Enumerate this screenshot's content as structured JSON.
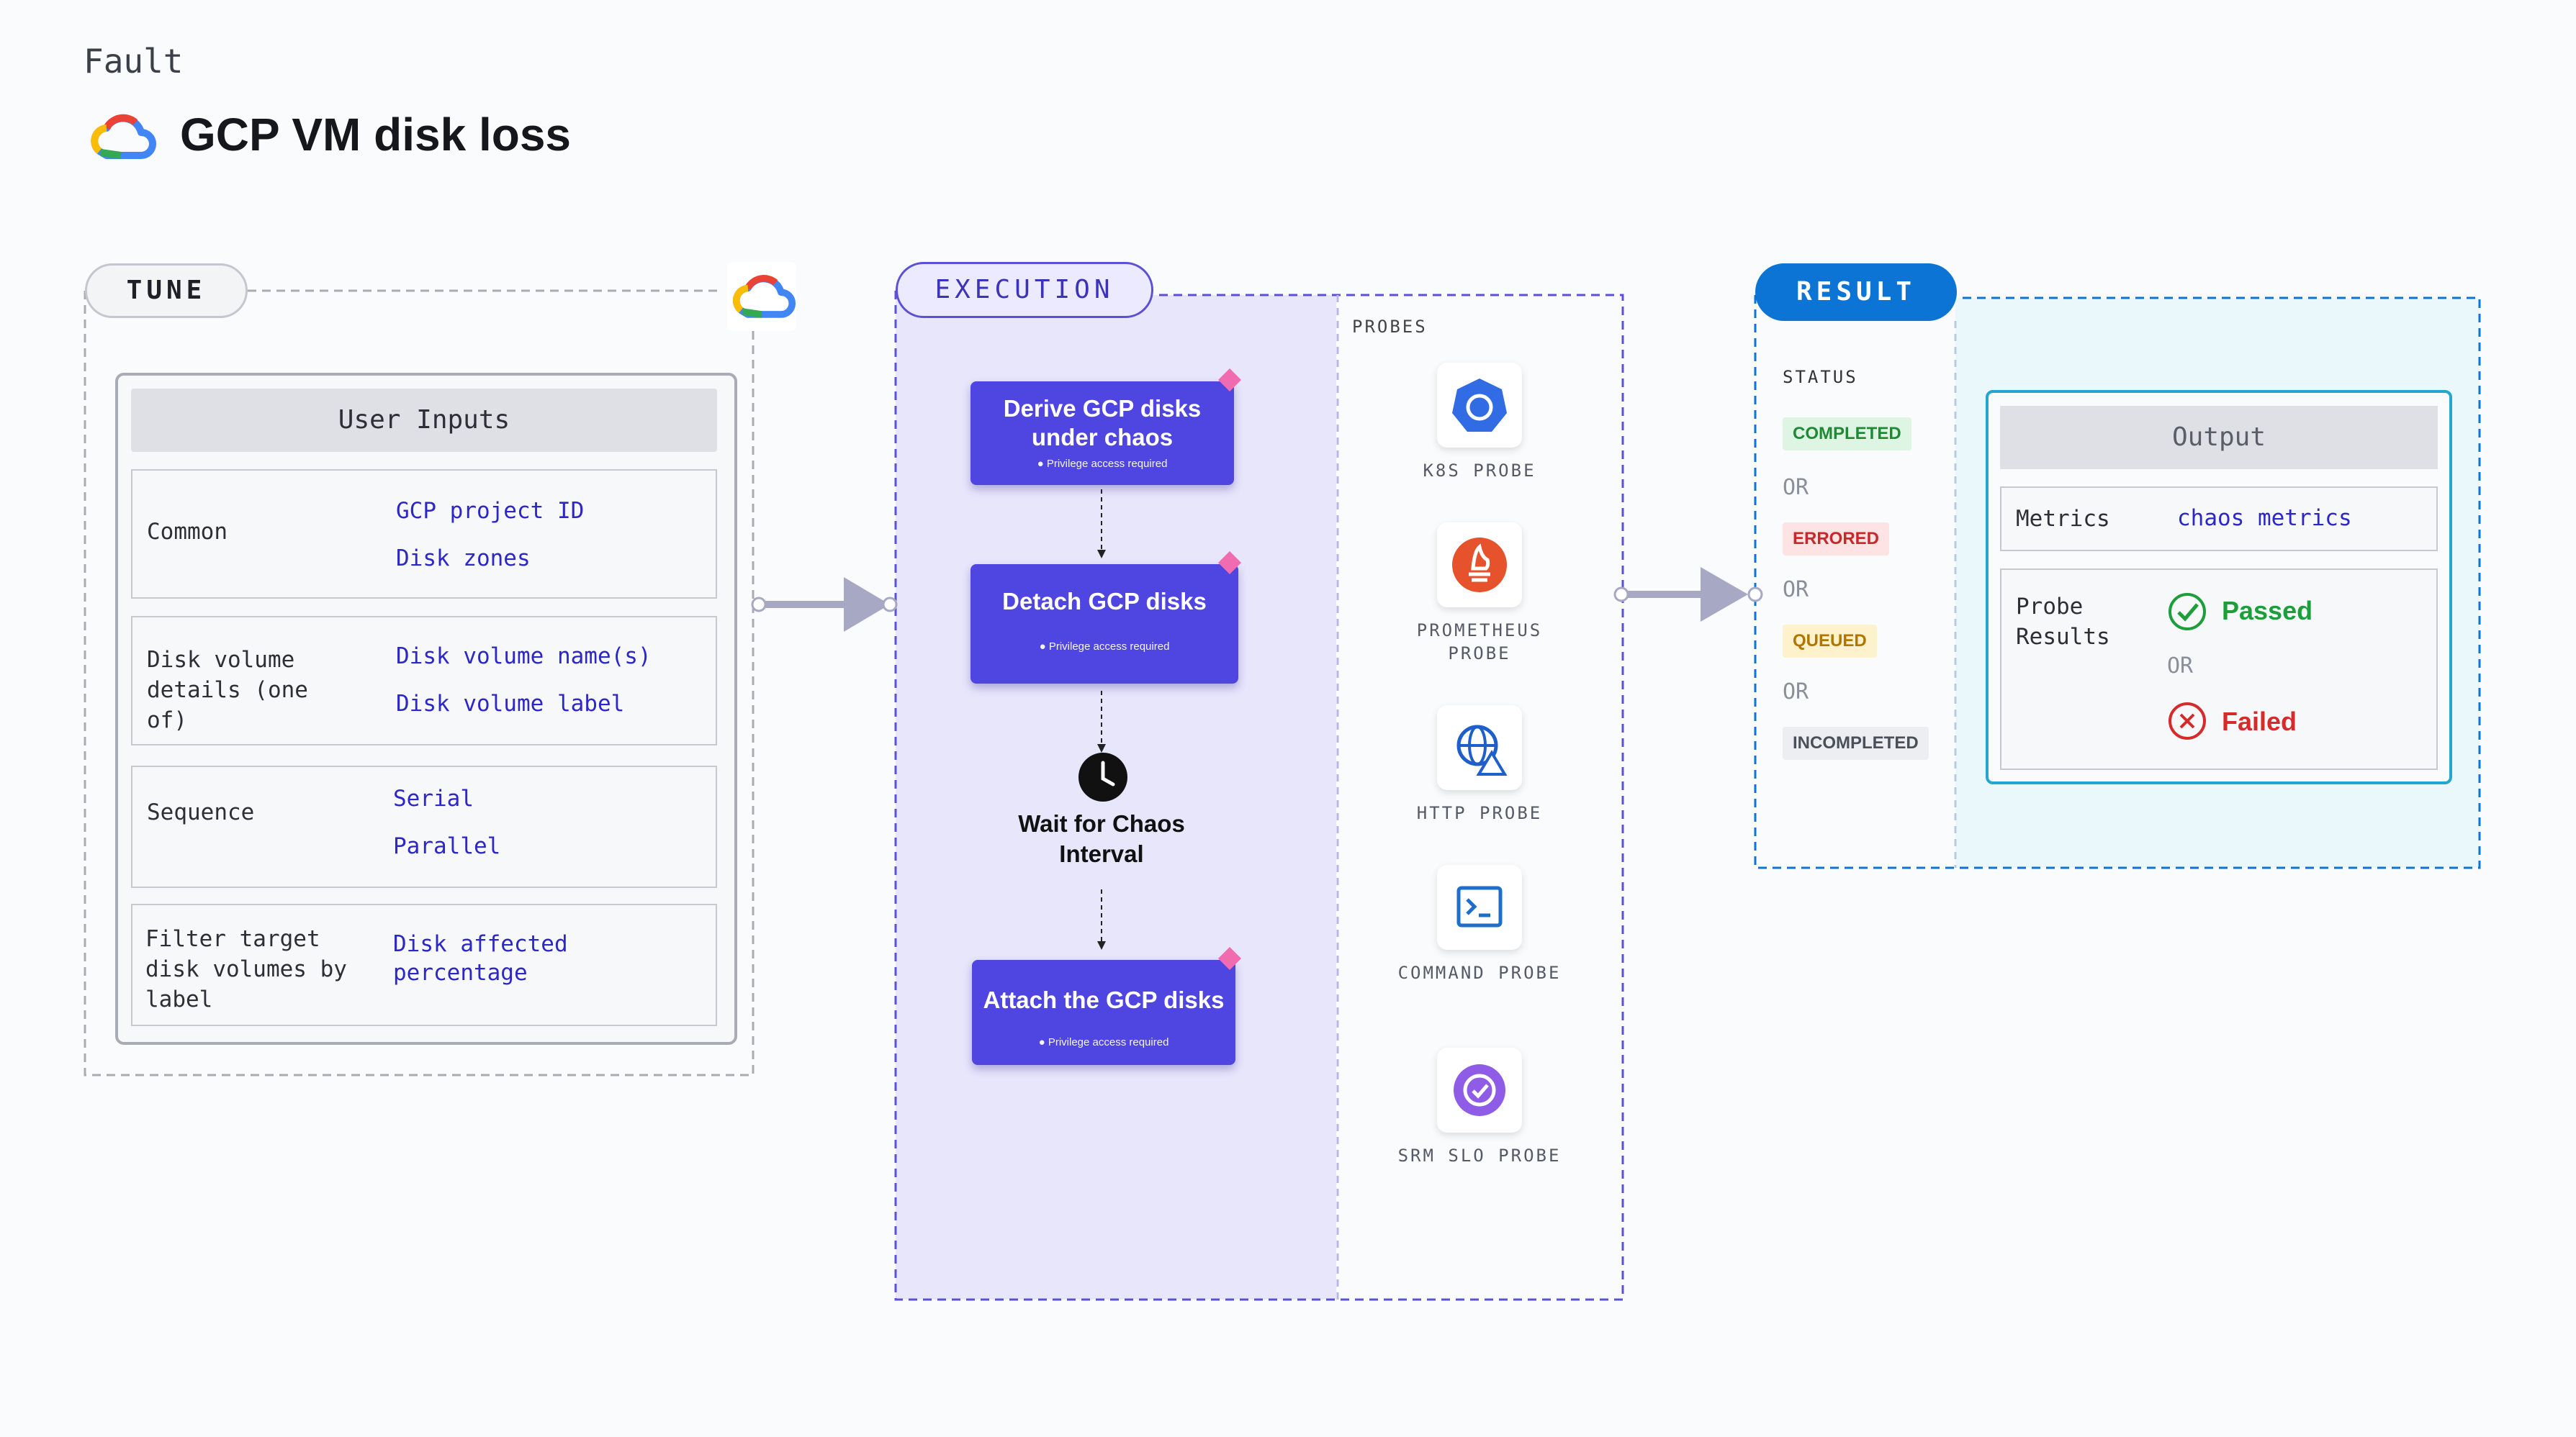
{
  "header": {
    "fault_label": "Fault",
    "title": "GCP VM disk loss",
    "logo_icon": "google-cloud-icon"
  },
  "tune": {
    "label": "TUNE",
    "panel_title": "User Inputs",
    "rows": [
      {
        "label": "Common",
        "values": [
          "GCP project ID",
          "Disk zones"
        ]
      },
      {
        "label": "Disk volume details (one of)",
        "values": [
          "Disk volume name(s)",
          "Disk volume label"
        ]
      },
      {
        "label": "Sequence",
        "values": [
          "Serial",
          "Parallel"
        ]
      },
      {
        "label": "Filter target disk volumes by label",
        "values": [
          "Disk affected percentage"
        ]
      }
    ]
  },
  "execution": {
    "label": "EXECUTION",
    "steps": [
      {
        "title": "Derive GCP disks under chaos",
        "note": "Privilege access required"
      },
      {
        "title": "Detach GCP disks",
        "note": "Privilege access required"
      },
      {
        "title": "Wait for Chaos Interval"
      },
      {
        "title": "Attach the GCP disks",
        "note": "Privilege access required"
      }
    ],
    "probes_label": "PROBES",
    "probes": [
      {
        "name": "K8S PROBE",
        "icon": "kubernetes-icon"
      },
      {
        "name": "PROMETHEUS PROBE",
        "icon": "prometheus-icon"
      },
      {
        "name": "HTTP PROBE",
        "icon": "http-globe-icon"
      },
      {
        "name": "COMMAND PROBE",
        "icon": "terminal-icon"
      },
      {
        "name": "SRM SLO PROBE",
        "icon": "slo-icon"
      }
    ]
  },
  "result": {
    "label": "RESULT",
    "status_label": "STATUS",
    "statuses": [
      "COMPLETED",
      "ERRORED",
      "QUEUED",
      "INCOMPLETED"
    ],
    "or_text": "OR",
    "output_title": "Output",
    "metrics_label": "Metrics",
    "metrics_value": "chaos metrics",
    "probe_results_label": "Probe Results",
    "passed": "Passed",
    "failed": "Failed"
  },
  "colors": {
    "accent": "#4f45e0",
    "result_blue": "#0b74d4",
    "passed": "#1e9e3a",
    "failed": "#d62b2b"
  }
}
